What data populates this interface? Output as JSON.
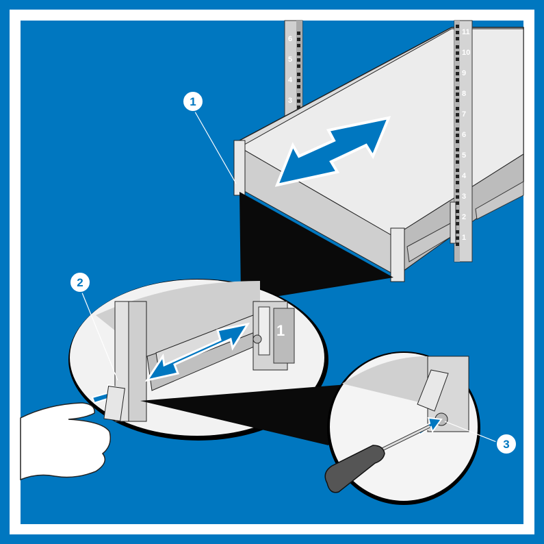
{
  "colors": {
    "background": "#0077c0",
    "frame": "#ffffff",
    "chassis": "#e6e6e6",
    "arrow": "#0077c0"
  },
  "callouts": [
    "1",
    "2",
    "3"
  ],
  "left_rail_units": [
    "6",
    "5",
    "4",
    "3"
  ],
  "right_rail_units": [
    "11",
    "10",
    "9",
    "8",
    "7",
    "6",
    "5",
    "4",
    "3",
    "2",
    "1"
  ],
  "inset_rail_unit": "1",
  "icons": [
    "double-arrow-icon",
    "push-arrow-icon",
    "screwdriver-icon",
    "hand-icon"
  ]
}
